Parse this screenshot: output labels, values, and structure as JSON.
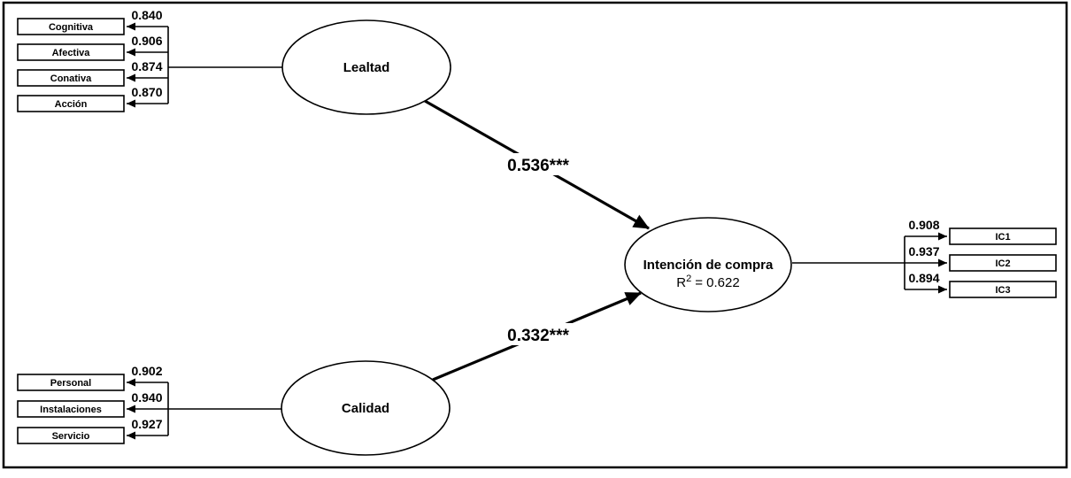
{
  "model": {
    "colors": {
      "line": "#000000",
      "background": "#ffffff"
    },
    "latents": {
      "lealtad": {
        "label": "Lealtad"
      },
      "calidad": {
        "label": "Calidad"
      },
      "intencion": {
        "label": "Intención de compra",
        "r2_base": "R",
        "r2_sup": "2",
        "r2_rest": "= 0.622"
      }
    },
    "lealtad_indicators": [
      {
        "label": "Cognitiva",
        "loading": "0.840"
      },
      {
        "label": "Afectiva",
        "loading": "0.906"
      },
      {
        "label": "Conativa",
        "loading": "0.874"
      },
      {
        "label": "Acción",
        "loading": "0.870"
      }
    ],
    "calidad_indicators": [
      {
        "label": "Personal",
        "loading": "0.902"
      },
      {
        "label": "Instalaciones",
        "loading": "0.940"
      },
      {
        "label": "Servicio",
        "loading": "0.927"
      }
    ],
    "intencion_indicators": [
      {
        "label": "IC1",
        "loading": "0.908"
      },
      {
        "label": "IC2",
        "loading": "0.937"
      },
      {
        "label": "IC3",
        "loading": "0.894"
      }
    ],
    "paths": [
      {
        "from": "Lealtad",
        "to": "Intención de compra",
        "coefficient": "0.536***"
      },
      {
        "from": "Calidad",
        "to": "Intención de compra",
        "coefficient": "0.332***"
      }
    ]
  }
}
